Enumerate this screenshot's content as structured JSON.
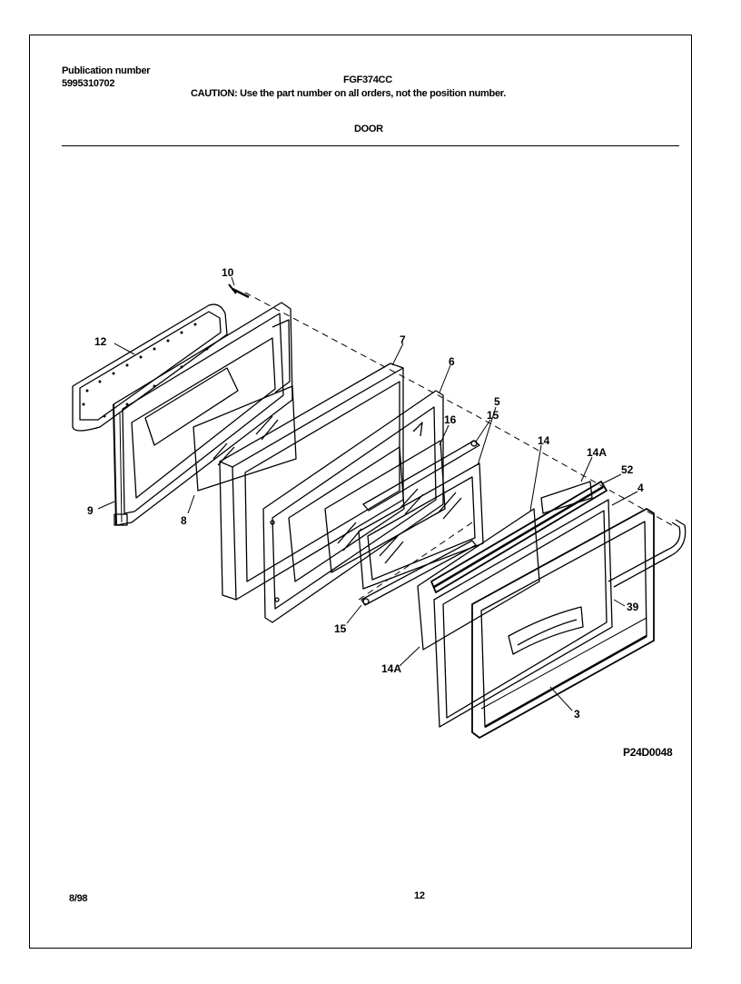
{
  "header": {
    "publication_label": "Publication number",
    "publication_number": "5995310702",
    "model": "FGF374CC",
    "caution": "CAUTION:  Use the part number on all orders, not the position number.",
    "section": "DOOR"
  },
  "callouts": {
    "c10": "10",
    "c12": "12",
    "c7": "7",
    "c6": "6",
    "c16": "16",
    "c15a": "15",
    "c14": "14",
    "c14a_top": "14A",
    "c52": "52",
    "c5": "5",
    "c4": "4",
    "c9": "9",
    "c8": "8",
    "c39": "39",
    "c15b": "15",
    "c14a_bottom": "14A",
    "c3": "3"
  },
  "figure_code": "P24D0048",
  "footer": {
    "date": "8/98",
    "page": "12"
  }
}
